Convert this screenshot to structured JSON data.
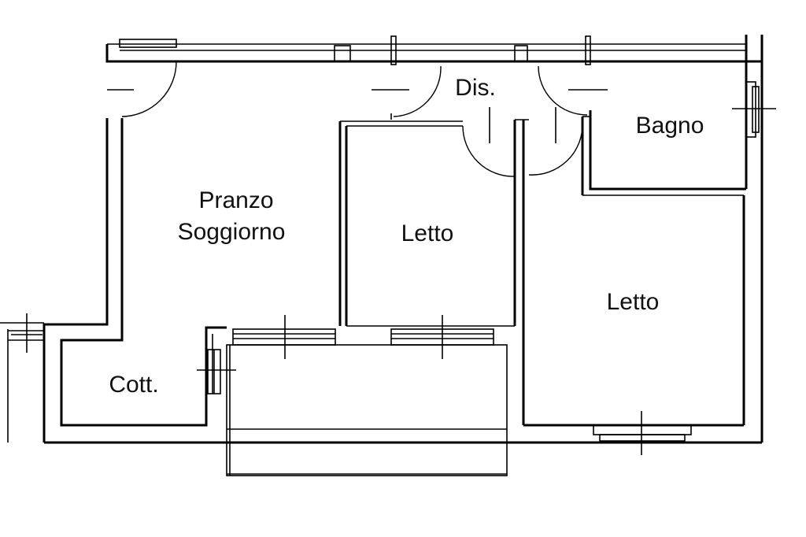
{
  "rooms": {
    "living": {
      "line1": "Pranzo",
      "line2": "Soggiorno"
    },
    "hallway": "Dis.",
    "bathroom": "Bagno",
    "bedroom_small": "Letto",
    "bedroom_large": "Letto",
    "kitchenette": "Cott."
  }
}
